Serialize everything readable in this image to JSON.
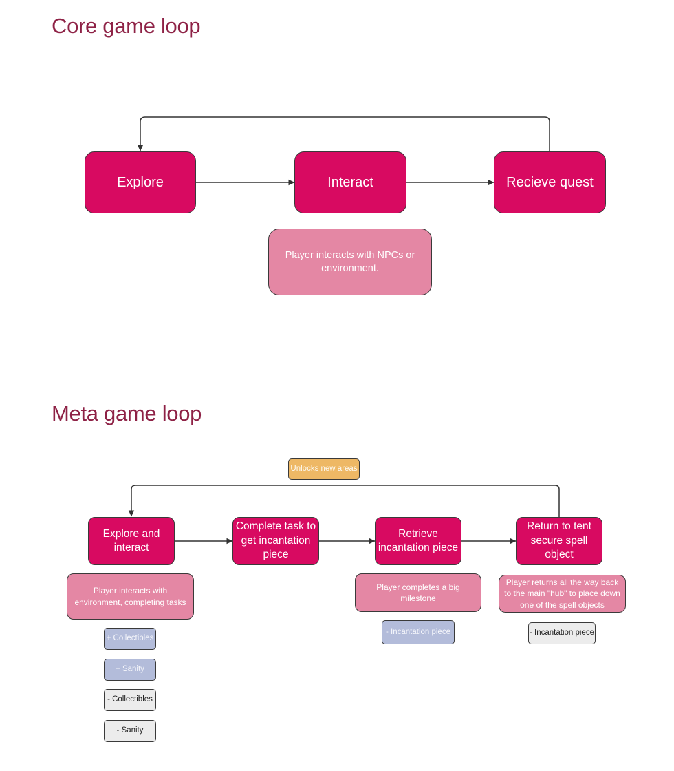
{
  "core_loop": {
    "title": "Core game loop",
    "nodes": {
      "explore": "Explore",
      "interact": "Interact",
      "receive_quest": "Recieve quest"
    },
    "note": "Player interacts with NPCs or environment."
  },
  "meta_loop": {
    "title": "Meta game loop",
    "loop_label": "Unlocks new areas",
    "nodes": {
      "explore_interact": "Explore and interact",
      "complete_task": "Complete task to get incantation piece",
      "retrieve_piece": "Retrieve incantation piece",
      "return_to_tent": "Return to tent secure spell object"
    },
    "notes": {
      "explore_interact": "Player interacts with environment, completing tasks",
      "retrieve_piece": "Player completes a big milestone",
      "return_to_tent": "Player returns all the way back to the main \"hub\" to place down one of the spell objects"
    },
    "tags": {
      "plus_collectibles": "+ Collectibles",
      "plus_sanity": "+ Sanity",
      "minus_collectibles": "- Collectibles",
      "minus_sanity": "- Sanity",
      "retrieve_minus_incantation": "- Incantation piece",
      "return_minus_incantation": "- Incantation piece"
    }
  },
  "colors": {
    "heading": "#8e2246",
    "primary_node": "#d80a61",
    "note_node": "#e487a4",
    "blue_tag": "#b3bcda",
    "gray_tag": "#ececec",
    "orange_tag": "#eeb865",
    "connector": "#333333"
  }
}
